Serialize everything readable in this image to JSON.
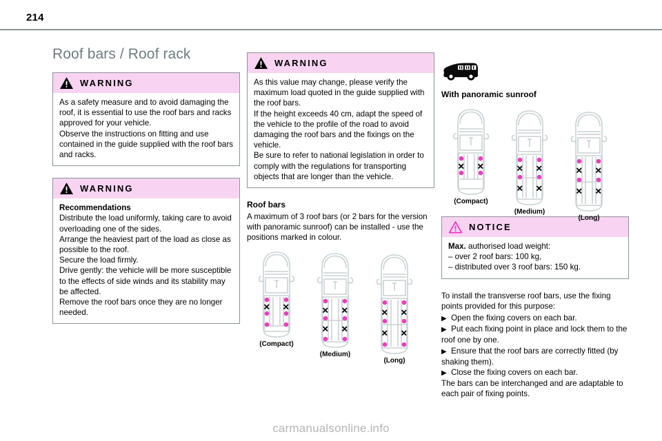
{
  "page": {
    "number": "214",
    "title": "Roof bars / Roof rack",
    "footer_url": "carmanualsonline.info"
  },
  "colors": {
    "callout_header_bg": "#f8d4f2",
    "callout_border": "#8a9497",
    "title_text": "#6e7b80",
    "fixing_point_dot": "#ef3dc0",
    "notice_triangle": "#ec2ec0",
    "van_outline": "#c9d1d4",
    "footer_text": "#b5b5b5"
  },
  "warnings": [
    {
      "id": "warning-approved-bars",
      "label": "WARNING",
      "icon": "warning-triangle-icon",
      "lines": [
        "As a safety measure and to avoid damaging the roof, it is essential to use the roof bars and racks approved for your vehicle.",
        "Observe the instructions on fitting and use contained in the guide supplied with the roof bars and racks."
      ]
    },
    {
      "id": "warning-recommendations",
      "label": "WARNING",
      "icon": "warning-triangle-icon",
      "heading": "Recommendations",
      "lines": [
        "Distribute the load uniformly, taking care to avoid overloading one of the sides.",
        "Arrange the heaviest part of the load as close as possible to the roof.",
        "Secure the load firmly.",
        "Drive gently: the vehicle will be more susceptible to the effects of side winds and its stability may be affected.",
        "Remove the roof bars once they are no longer needed."
      ]
    },
    {
      "id": "warning-load-height",
      "label": "WARNING",
      "icon": "warning-triangle-icon",
      "lines": [
        "As this value may change, please verify the maximum load quoted in the guide supplied with the roof bars.",
        "If the height exceeds 40 cm, adapt the speed of the vehicle to the profile of the road to avoid damaging the roof bars and the fixings on the vehicle.",
        "Be sure to refer to national legislation in order to comply with the regulations for transporting objects that are longer than the vehicle."
      ]
    }
  ],
  "notice": {
    "id": "notice-max-load",
    "label": "NOTICE",
    "icon": "notice-triangle-icon",
    "heading_strong": "Max.",
    "heading_rest": " authorised load weight:",
    "items": [
      "–  over 2 roof bars: 100 kg,",
      "–  distributed over 3 roof bars: 150 kg."
    ]
  },
  "roof_bars_section": {
    "heading": "Roof bars",
    "paragraph": "A maximum of 3 roof bars (or 2 bars for the version with panoramic sunroof) can be installed - use the positions marked in colour."
  },
  "panoramic_section": {
    "icon": "van-side-icon",
    "heading": "With panoramic sunroof"
  },
  "install_section": {
    "intro": "To install the transverse roof bars, use the fixing points provided for this purpose:",
    "steps": [
      "Open the fixing covers on each bar.",
      "Put each fixing point in place and lock them to the roof one by one.",
      "Ensure that the roof bars are correctly fitted (by shaking them).",
      "Close the fixing covers on each bar."
    ],
    "outro": "The bars can be interchanged and are adaptable to each pair of fixing points."
  },
  "diagrams": {
    "standard": {
      "group_name": "roof-bar-positions-standard",
      "vans": [
        {
          "caption": "(Compact)",
          "markers": [
            "dot",
            "x",
            "dot",
            "dot"
          ]
        },
        {
          "caption": "(Medium)",
          "markers": [
            "dot",
            "x",
            "dot",
            "x",
            "dot"
          ]
        },
        {
          "caption": "(Long)",
          "markers": [
            "dot",
            "x",
            "dot",
            "x",
            "dot"
          ]
        }
      ]
    },
    "panoramic": {
      "group_name": "roof-bar-positions-panoramic",
      "vans": [
        {
          "caption": "(Compact)",
          "markers": [
            "dot",
            "x",
            "dot"
          ]
        },
        {
          "caption": "(Medium)",
          "markers": [
            "dot",
            "x",
            "dot",
            "x"
          ]
        },
        {
          "caption": "(Long)",
          "markers": [
            "dot",
            "x",
            "dot",
            "x"
          ]
        }
      ]
    }
  }
}
